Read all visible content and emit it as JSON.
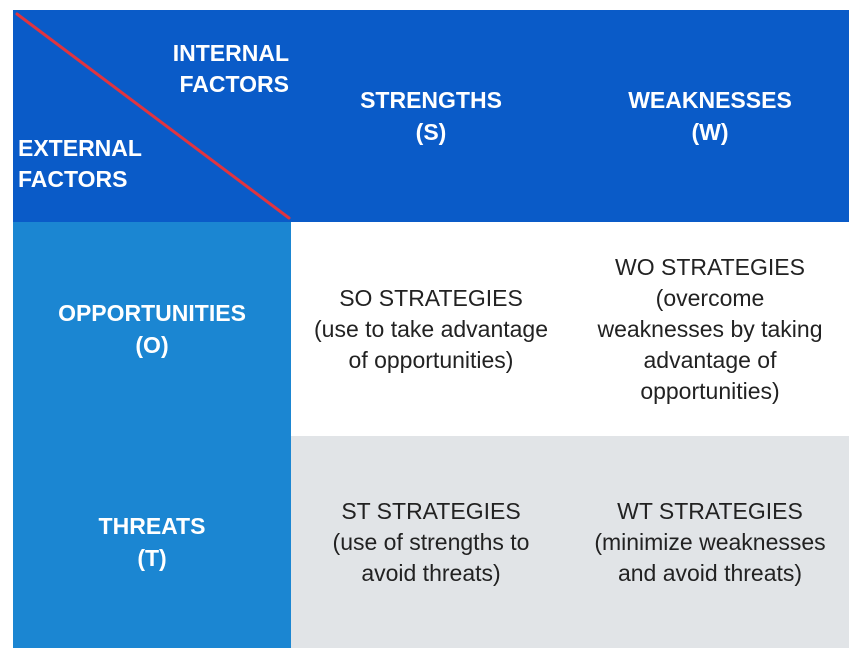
{
  "matrix": {
    "corner": {
      "internal_line1": "INTERNAL",
      "internal_line2": "FACTORS",
      "external_line1": "EXTERNAL",
      "external_line2": "FACTORS",
      "divider_color": "#e0343f"
    },
    "columns": {
      "strengths": {
        "line1": "STRENGTHS",
        "line2": "(S)"
      },
      "weaknesses": {
        "line1": "WEAKNESSES",
        "line2": "(W)"
      }
    },
    "rows": {
      "opportunities": {
        "line1": "OPPORTUNITIES",
        "line2": "(O)"
      },
      "threats": {
        "line1": "THREATS",
        "line2": "(T)"
      }
    },
    "cells": {
      "so": {
        "lines": [
          "SO STRATEGIES",
          "(use to take advantage",
          "of opportunities)"
        ]
      },
      "wo": {
        "lines": [
          "WO STRATEGIES",
          "(overcome",
          "weaknesses by taking",
          "advantage of",
          "opportunities)"
        ]
      },
      "st": {
        "lines": [
          "ST STRATEGIES",
          "(use of strengths to",
          "avoid threats)"
        ]
      },
      "wt": {
        "lines": [
          "WT STRATEGIES",
          "(minimize weaknesses",
          "and avoid threats)"
        ]
      }
    },
    "colors": {
      "header_blue": "#0a5bc8",
      "row_blue": "#1b86d2",
      "light_gray": "#e1e4e7"
    }
  }
}
